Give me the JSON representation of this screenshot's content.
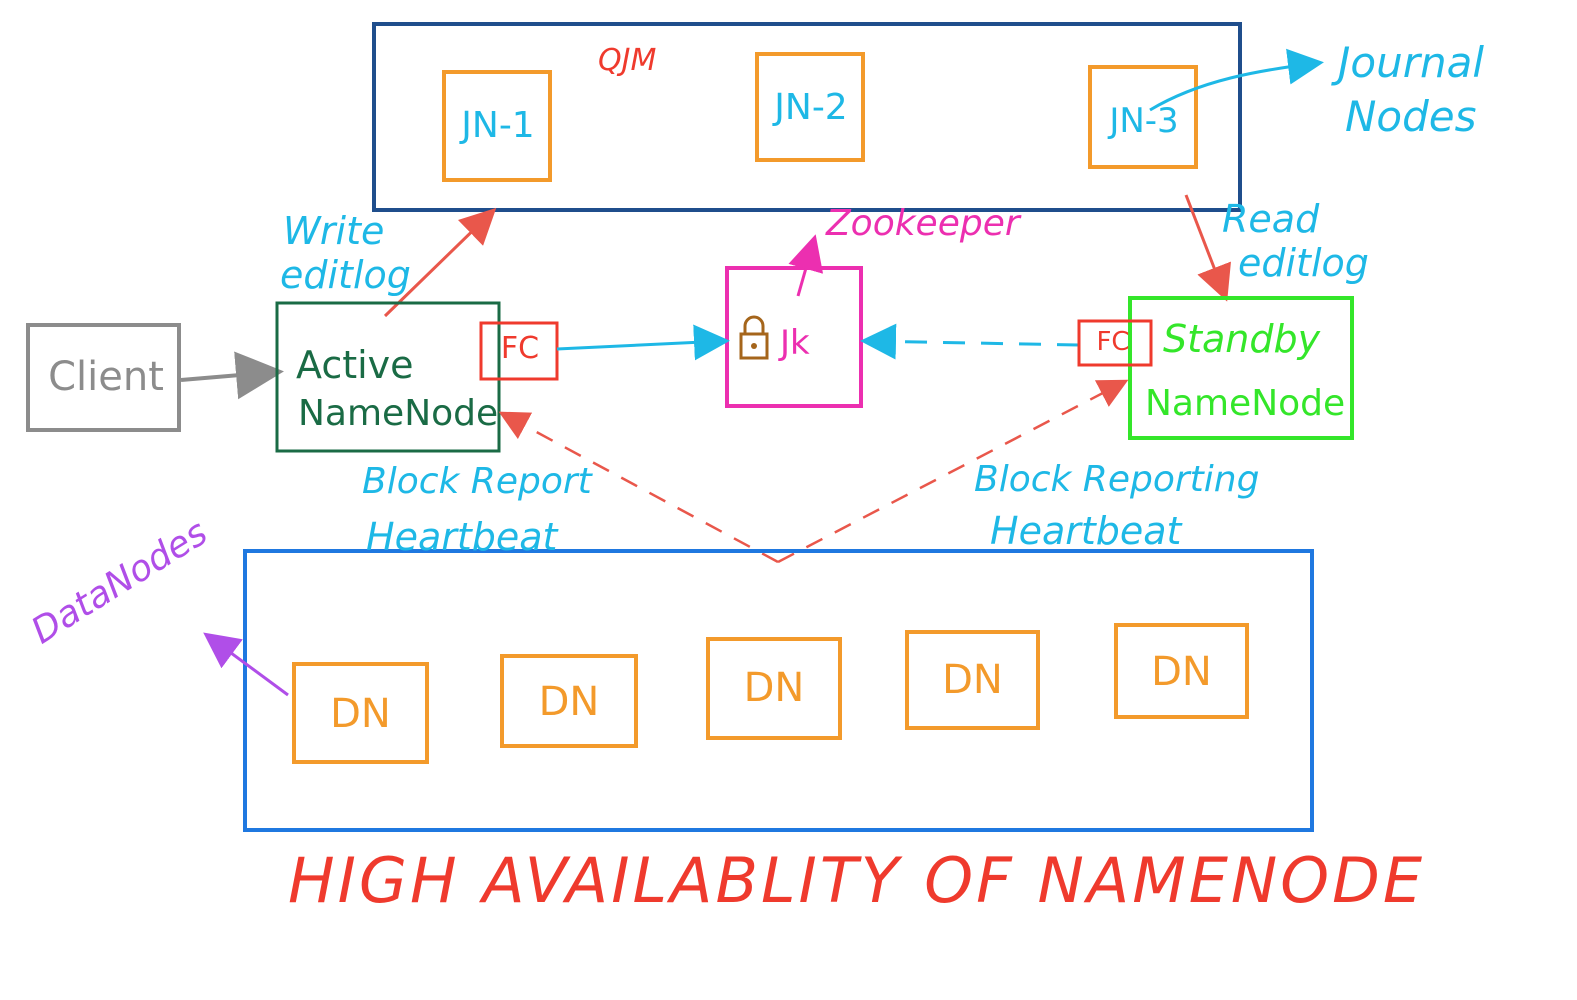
{
  "qjm": {
    "label": "QJM"
  },
  "journal_nodes": [
    {
      "label": "JN-1"
    },
    {
      "label": "JN-2"
    },
    {
      "label": "JN-3"
    }
  ],
  "journal_nodes_annotation": {
    "line1": "Journal",
    "line2": "Nodes"
  },
  "write_editlog": {
    "line1": "Write",
    "line2": "editlog"
  },
  "read_editlog": {
    "line1": "Read",
    "line2": "editlog"
  },
  "zookeeper": {
    "label": "Zookeeper",
    "lock_label": "Jk"
  },
  "client": {
    "label": "Client"
  },
  "active_namenode": {
    "line1": "Active",
    "line2": "NameNode",
    "fc_label": "FC"
  },
  "standby_namenode": {
    "line1": "Standby",
    "line2": "NameNode",
    "fc_label": "FC"
  },
  "block_report_left": {
    "line1": "Block Report",
    "line2": "Heartbeat"
  },
  "block_report_right": {
    "line1": "Block Reporting",
    "line2": "Heartbeat"
  },
  "datanodes_annotation": {
    "label": "DataNodes"
  },
  "datanodes": [
    {
      "label": "DN"
    },
    {
      "label": "DN"
    },
    {
      "label": "DN"
    },
    {
      "label": "DN"
    },
    {
      "label": "DN"
    }
  ],
  "title": "HIGH AVAILABLITY OF NAMENODE",
  "colors": {
    "qjm_border": "#1f4e8c",
    "journal_box": "#f39a2b",
    "cyan_text": "#1eb8e6",
    "red": "#ef3a2d",
    "arrow_red": "#e9574b",
    "magenta": "#ec2fb0",
    "lock_brown": "#a5651b",
    "client_gray": "#8c8c8c",
    "active_green": "#1a6b45",
    "standby_green": "#34e62a",
    "datanode_blue": "#1f78e0",
    "purple": "#b04ee8"
  }
}
